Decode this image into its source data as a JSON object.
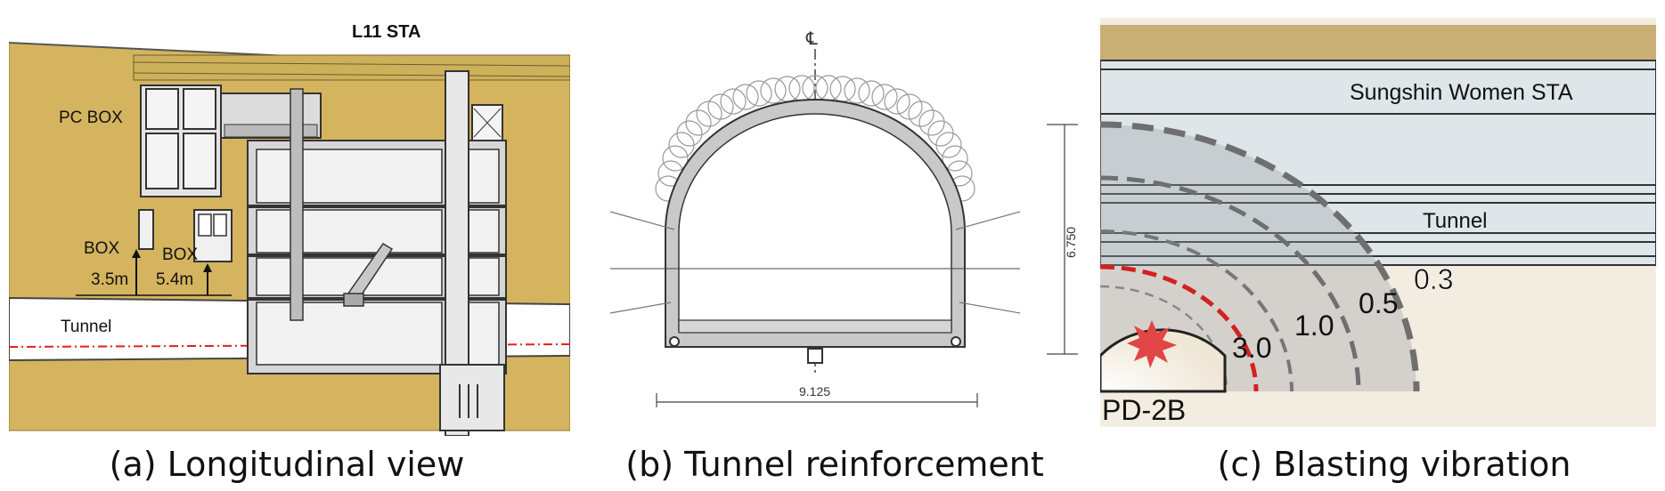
{
  "panel_a": {
    "station_label": "L11 STA",
    "pc_box_label": "PC BOX",
    "box_label_left": "BOX",
    "box_label_right": "BOX",
    "depth_left": "3.5m",
    "depth_right": "5.4m",
    "tunnel_label": "Tunnel",
    "caption": "(a) Longitudinal view"
  },
  "panel_b": {
    "centerline_symbol": "℄",
    "height_dim": "6.750",
    "width_dim": "9.125",
    "caption": "(b) Tunnel reinforcement"
  },
  "panel_c": {
    "station_label": "Sungshin Women STA",
    "tunnel_label": "Tunnel",
    "contours": [
      "0.3",
      "0.5",
      "1.0",
      "3.0"
    ],
    "source_label": "PD-2B",
    "caption": "(c) Blasting vibration"
  },
  "colors": {
    "soil": "#d4b45f",
    "concrete": "#d6d6d6",
    "tunnel_band": "#dfe6ea",
    "blast_red": "#d42020"
  }
}
